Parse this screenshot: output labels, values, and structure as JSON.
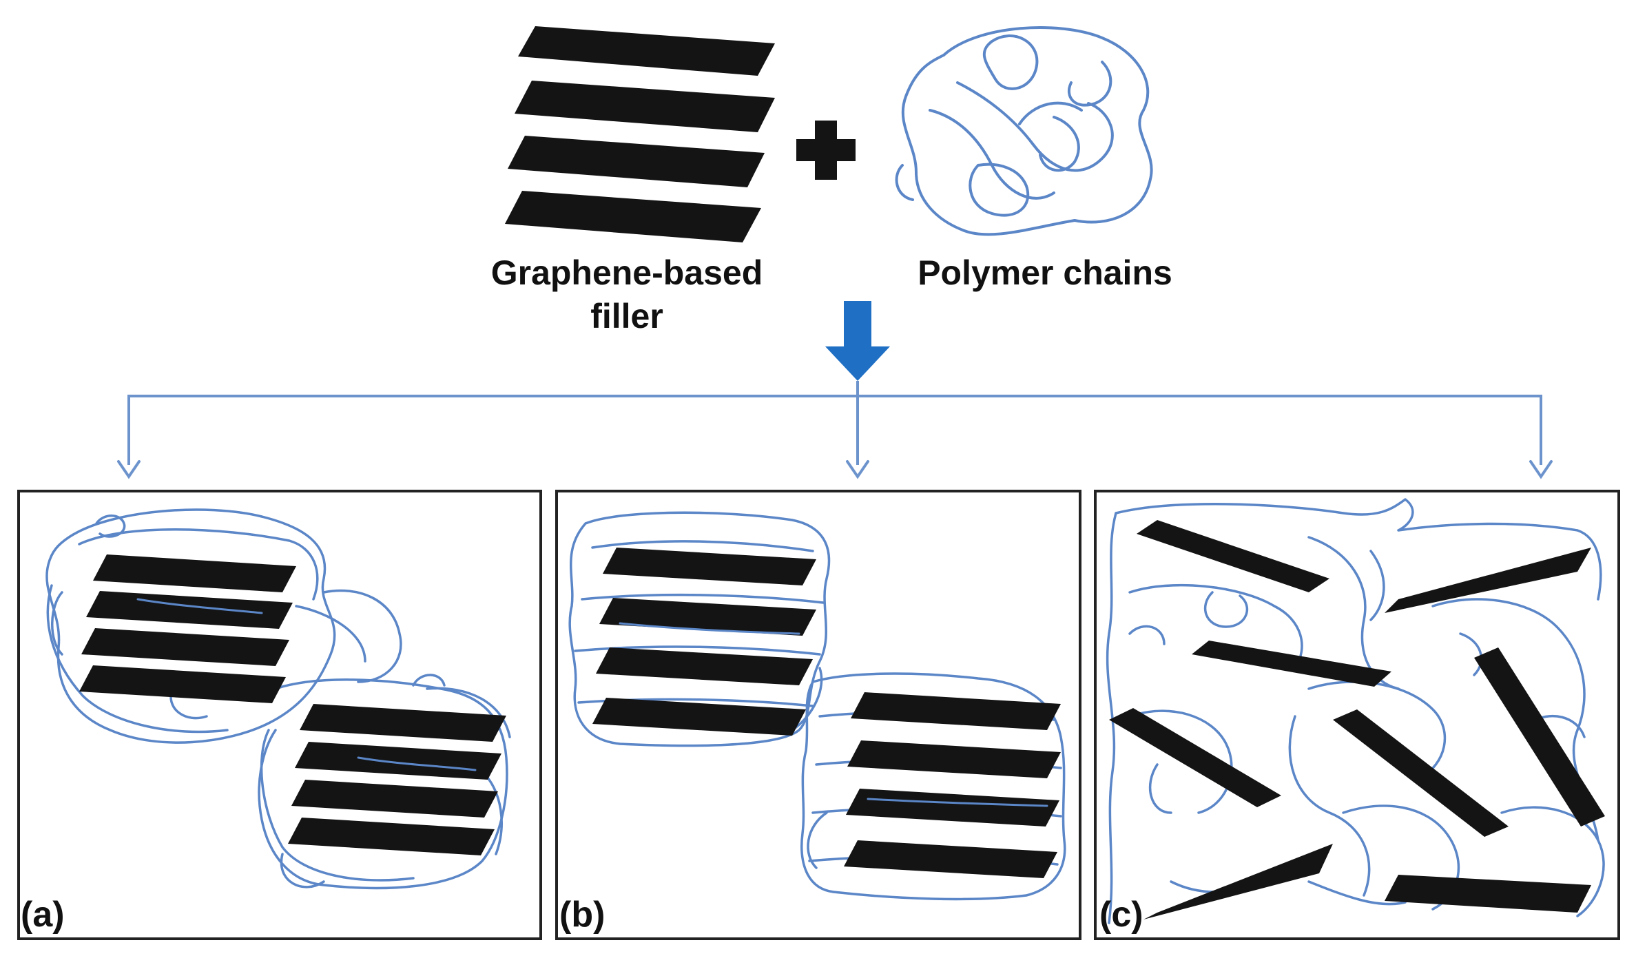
{
  "labels": {
    "filler_line1": "Graphene-based",
    "filler_line2": "filler",
    "polymer": "Polymer chains",
    "panel_a": "(a)",
    "panel_b": "(b)",
    "panel_c": "(c)"
  },
  "colors": {
    "sheet": "#141414",
    "chain": "#5b86c7",
    "arrow": "#1f6fc4",
    "connector": "#6c93cc",
    "frame": "#222222",
    "text": "#111111"
  }
}
